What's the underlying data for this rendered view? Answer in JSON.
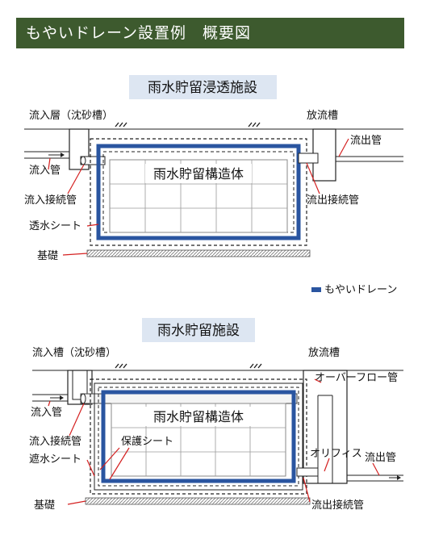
{
  "header": {
    "title": "もやいドレーン設置例　概要図"
  },
  "diagram1": {
    "title": "雨水貯留浸透施設",
    "structure_label": "雨水貯留構造体",
    "labels": {
      "inflow_layer": "流入層（沈砂槽）",
      "discharge_tank": "放流槽",
      "outflow_pipe": "流出管",
      "inflow_pipe": "流入管",
      "inflow_connection": "流入接続管",
      "outflow_connection": "流出接続管",
      "permeable_sheet": "透水シート",
      "foundation": "基礎"
    }
  },
  "legend": {
    "label": "もやいドレーン",
    "color": "#2a55a0"
  },
  "diagram2": {
    "title": "雨水貯留施設",
    "structure_label": "雨水貯留構造体",
    "labels": {
      "inflow_tank": "流入槽（沈砂槽）",
      "discharge_tank": "放流槽",
      "overflow_pipe": "オーバーフロー管",
      "inflow_pipe": "流入管",
      "inflow_connection": "流入接続管",
      "protective_sheet": "保護シート",
      "waterproof_sheet": "遮水シート",
      "orifice": "オリフィス",
      "outflow_pipe": "流出管",
      "foundation": "基礎",
      "outflow_connection": "流出接続管"
    }
  }
}
